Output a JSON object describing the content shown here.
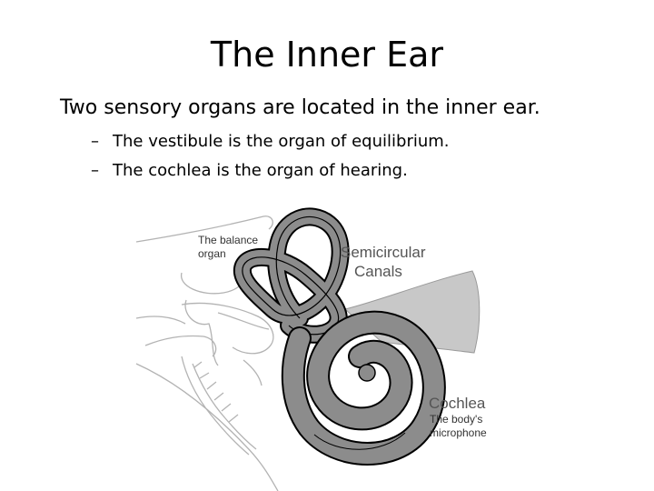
{
  "slide": {
    "title": "The Inner Ear",
    "body": "Two sensory organs are located in the inner ear.",
    "bullets": [
      {
        "dash": "–",
        "text": "The vestibule is the organ of equilibrium."
      },
      {
        "dash": "–",
        "text": "The cochlea is the organ of hearing."
      }
    ]
  },
  "diagram": {
    "labels": {
      "balance_line1": "The balance",
      "balance_line2": "organ",
      "semicircular_line1": "Semicircular",
      "semicircular_line2": "Canals",
      "cochlea": "Cochlea",
      "cochlea_sub_line1": "The body's",
      "cochlea_sub_line2": "microphone"
    },
    "colors": {
      "canal_fill": "#8c8c8c",
      "nerve_fill": "#c8c8c8",
      "outline": "#000000",
      "sketch": "#b3b3b3"
    }
  }
}
